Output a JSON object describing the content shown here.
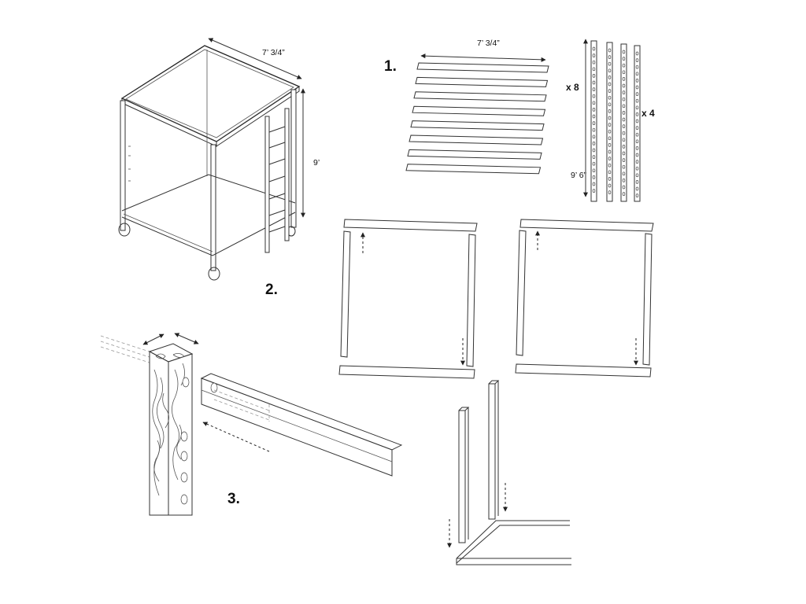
{
  "labels": {
    "step1": "1.",
    "step2": "2.",
    "step3": "3.",
    "crossbar_length": "7’ 3/4”",
    "cube_width": "7’ 3/4”",
    "cube_height": "9’",
    "post_length": "9’ 6”",
    "crossbar_qty": "x 8",
    "post_qty": "x 4"
  },
  "icons": {
    "dimension_arrow": "dimension-arrow-icon",
    "insert_arrow": "dashed-arrow-icon"
  },
  "colors": {
    "line": "#333333",
    "background": "#ffffff"
  }
}
